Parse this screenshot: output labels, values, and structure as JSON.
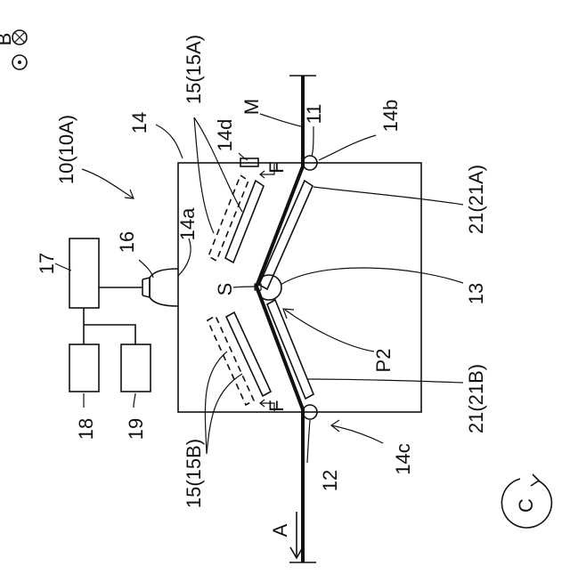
{
  "labels": {
    "B": "B",
    "device": "10(10A)",
    "box": "14",
    "M": "M",
    "r11": "11",
    "r14b": "14b",
    "r14d": "14d",
    "r15A": "15(15A)",
    "F_top": "F",
    "r16": "16",
    "r14a": "14a",
    "S": "S",
    "r17": "17",
    "r18": "18",
    "r19": "19",
    "r21A": "21(21A)",
    "r13": "13",
    "P2": "P2",
    "r21B": "21(21B)",
    "F_bottom": "F",
    "r15B": "15(15B)",
    "r12": "12",
    "r14c": "14c",
    "A": "A",
    "C": "C"
  },
  "colors": {
    "ink": "#111111",
    "background": "#ffffff"
  }
}
